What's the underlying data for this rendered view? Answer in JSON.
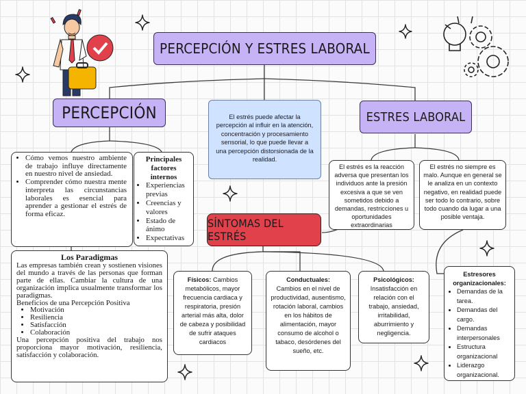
{
  "title": "PERCEPCIÓN Y ESTRES LABORAL",
  "percepcion": {
    "title": "PERCEPCIÓN",
    "bullets": [
      "Cómo vemos nuestro ambiente de trabajo influye directamente en nuestro nivel de ansiedad.",
      "Comprender cómo nuestra mente interpreta las circunstancias laborales es esencial para aprender a gestionar el estrés de forma eficaz."
    ],
    "factors_title": "Principales factores internos",
    "factors": [
      "Experiencias previas",
      "Creencias y valores",
      "Estado de ánimo",
      "Expectativas"
    ]
  },
  "center_text": "El estrés puede afectar la percepción al influir en la atención, concentración y procesamiento sensorial, lo que puede llevar a una percepción distorsionada de la realidad.",
  "estres": {
    "title": "ESTRES LABORAL",
    "box1": "El estrés es la reacción adversa que presentan los individuos ante la presión excesiva a que se ven sometidos debido a demandas, restricciones u oportunidades extraordinarias",
    "box2": "El estrés no siempre es malo. Aunque en general se le analiza en un contexto negativo, en realidad puede ser todo lo contrario, sobre todo cuando da lugar a una posible ventaja."
  },
  "paradigmas": {
    "title": "Los Paradigmas",
    "p1": "Las empresas también crean y sostienen visiones del mundo a través de las personas que forman parte de ellas. Cambiar la cultura de una organización implica usualmente transformar los paradigmas.",
    "p2": "Beneficios de una Percepción Positiva",
    "items": [
      "Motivación",
      "Resiliencia",
      "Satisfacción",
      "Colaboración"
    ],
    "p3": "Una percepción positiva del trabajo nos proporciona mayor motivación, resiliencia, satisfacción y colaboración."
  },
  "sintomas": {
    "title": "SÍNTOMAS DEL ESTRÉS",
    "fisicos_label": "Físicos:",
    "fisicos": "Cambios metabólicos, mayor frecuencia cardiaca y respiratoria, presión arterial más alta, dolor de cabeza y posibilidad de sufrir ataques cardiacos",
    "conductuales_label": "Conductuales:",
    "conductuales": "Cambios en el nivel de productividad, ausentismo, rotación laboral, cambios en los hábitos de alimentación, mayor consumo de alcohol o tabaco, desórdenes del sueño, etc.",
    "psicologicos_label": "Psicológicos:",
    "psicologicos": "Insatisfacción en relación con el trabajo, ansiedad, irritabilidad, aburrimiento y negligencia."
  },
  "estresores": {
    "title": "Estresores organizacionales:",
    "items": [
      "Demandas de la tarea.",
      "Demandas del cargo.",
      "Demandas interpersonales",
      "Estructura organizacional",
      "Liderazgo organizacional."
    ]
  },
  "colors": {
    "purple": "#c6b3f5",
    "red": "#e0414b",
    "blue": "#cfe2ff"
  }
}
